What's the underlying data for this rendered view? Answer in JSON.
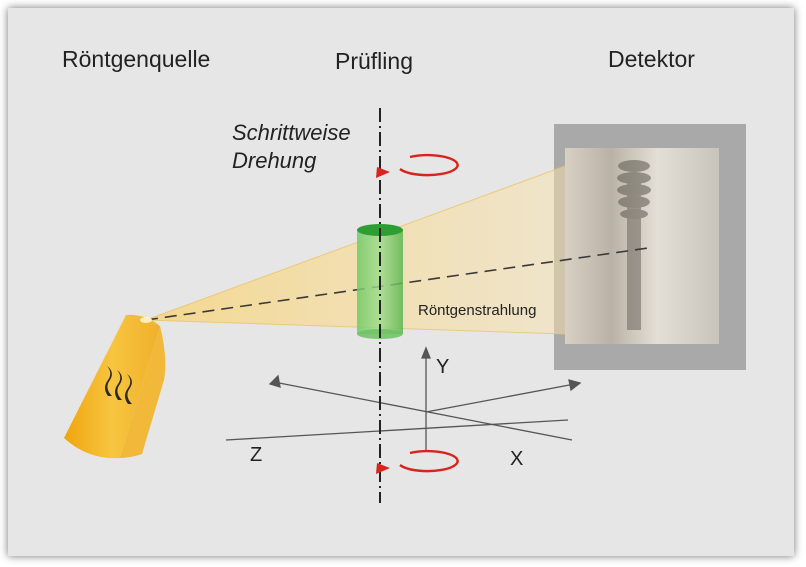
{
  "labels": {
    "source": "Röntgenquelle",
    "specimen": "Prüfling",
    "detector": "Detektor",
    "rotation_line1": "Schrittweise",
    "rotation_line2": "Drehung",
    "radiation": "Röntgenstrahlung",
    "axis_y": "Y",
    "axis_z": "Z",
    "axis_x": "X"
  },
  "icons": {
    "source_symbol": "radiation-wave-icon",
    "rotation_arrow": "rotation-arrow-icon"
  },
  "colors": {
    "background": "#e6e6e6",
    "beam": "#f6d98e",
    "source": "#f3b21b",
    "specimen": "#5ec25a",
    "detector_frame": "#a8a8a8",
    "arrow": "#d9231d"
  }
}
